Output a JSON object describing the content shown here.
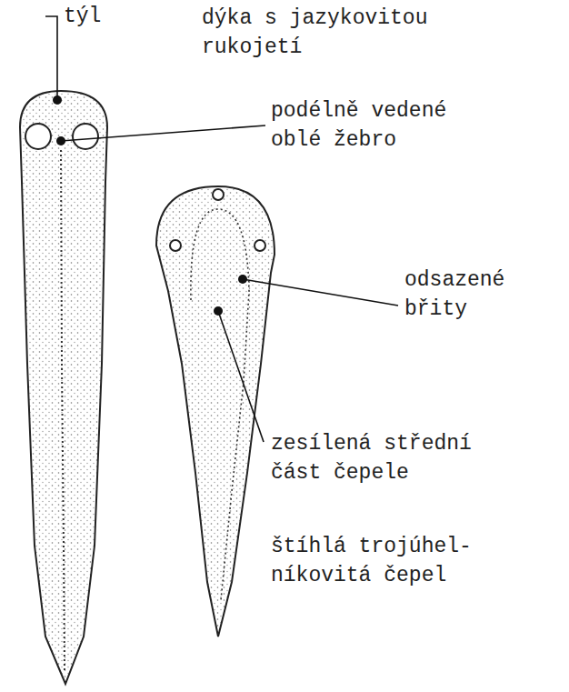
{
  "diagram": {
    "labels": [
      "týl",
      "dýka s jazykovitou rukojetí",
      "podélně vedené oblé žebro",
      "odsazené břity",
      "zesílená střední část čepele",
      "štíhlá trojúhel- níkovitá čepel"
    ]
  }
}
